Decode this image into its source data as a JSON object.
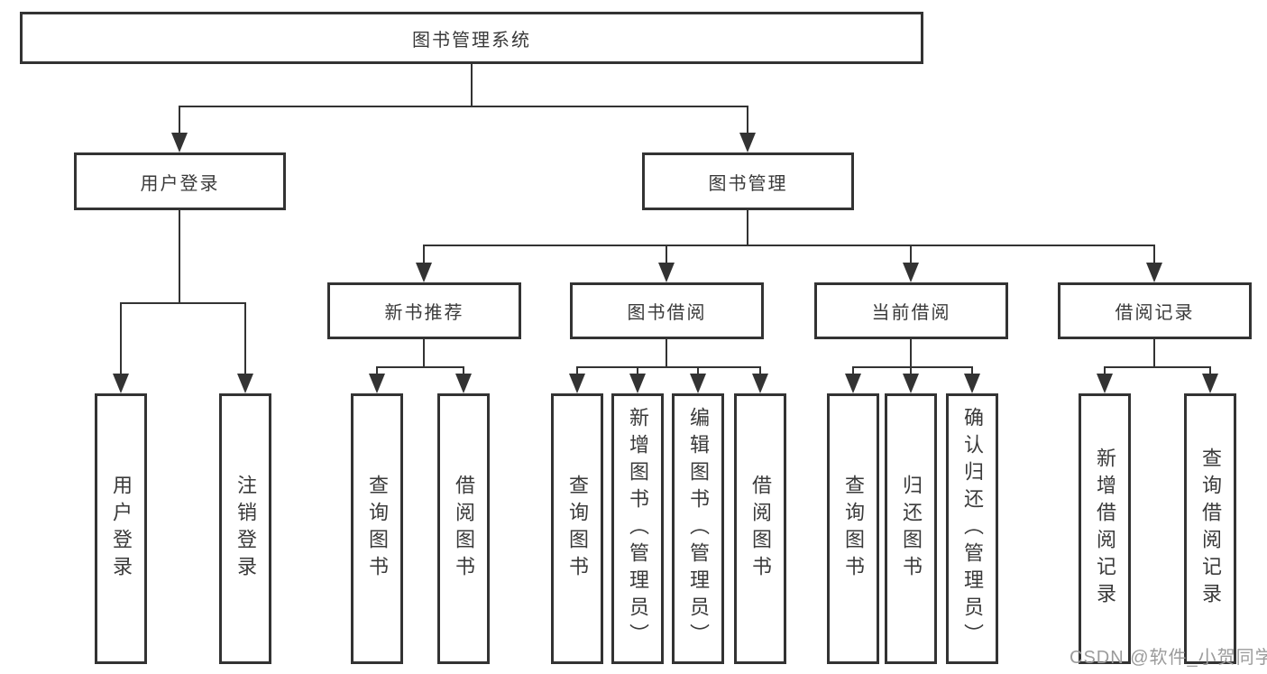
{
  "diagram": {
    "root": {
      "label": "图书管理系统"
    },
    "level2": [
      {
        "label": "用户登录"
      },
      {
        "label": "图书管理"
      }
    ],
    "level3": [
      {
        "label": "新书推荐"
      },
      {
        "label": "图书借阅"
      },
      {
        "label": "当前借阅"
      },
      {
        "label": "借阅记录"
      }
    ],
    "leaves": {
      "user_login": [
        {
          "label": "用户登录"
        },
        {
          "label": "注销登录"
        }
      ],
      "new_book": [
        {
          "label": "查询图书"
        },
        {
          "label": "借阅图书"
        }
      ],
      "book_borrow": [
        {
          "label": "查询图书"
        },
        {
          "label": "新增图书（管理员）"
        },
        {
          "label": "编辑图书（管理员）"
        },
        {
          "label": "借阅图书"
        }
      ],
      "current_borrow": [
        {
          "label": "查询图书"
        },
        {
          "label": "归还图书"
        },
        {
          "label": "确认归还（管理员）"
        }
      ],
      "borrow_record": [
        {
          "label": "新增借阅记录"
        },
        {
          "label": "查询借阅记录"
        }
      ]
    }
  },
  "watermark": {
    "text": "CSDN @软件_小贺同学"
  },
  "colors": {
    "line": "#333333",
    "box_border": "#333333",
    "box_fill": "#ffffff",
    "text": "#3a3a3a",
    "watermark": "#9b9b9b",
    "background": "#ffffff"
  }
}
